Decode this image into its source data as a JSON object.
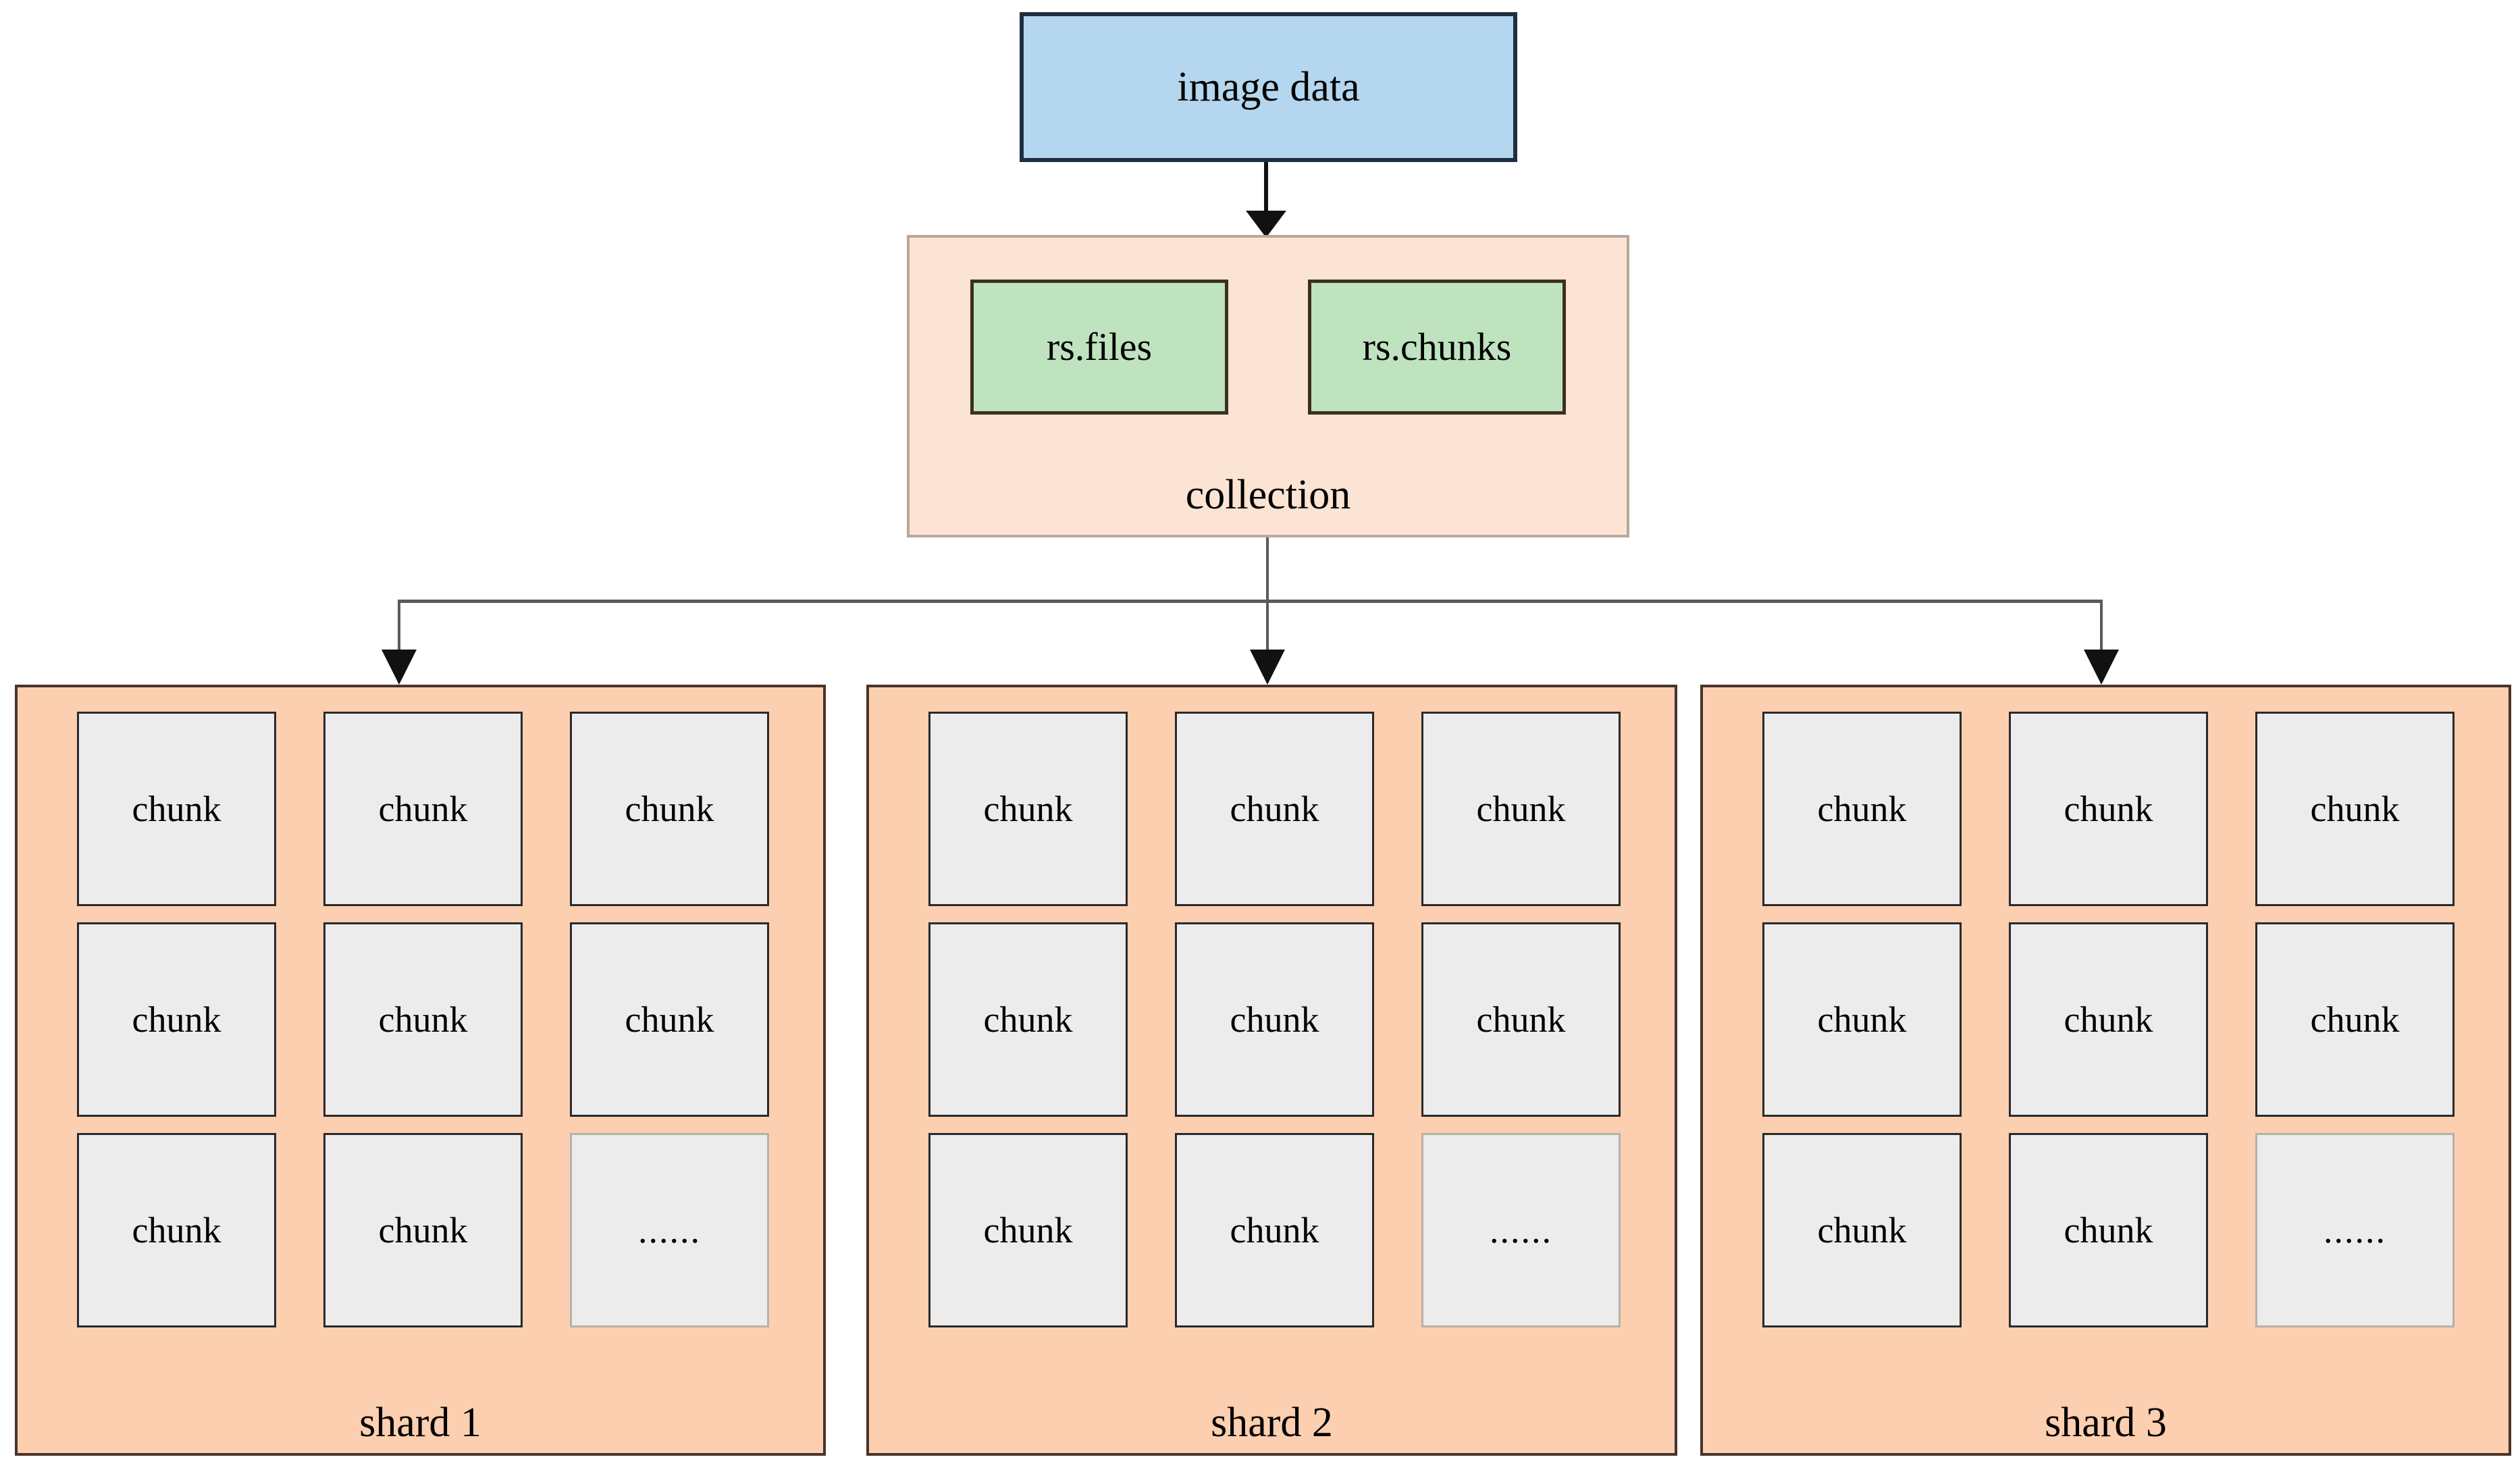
{
  "diagram": {
    "source": {
      "label": "image data",
      "fill": "#b4d6ee",
      "border": "#1f2f3f"
    },
    "collection": {
      "caption": "collection",
      "fill": "#fce4d4",
      "border": "#b9a79c",
      "sub_boxes": [
        {
          "label": "rs.files",
          "fill": "#bfe3bf",
          "border": "#3c2f22"
        },
        {
          "label": "rs.chunks",
          "fill": "#bfe3bf",
          "border": "#3c2f22"
        }
      ]
    },
    "shards": [
      {
        "caption": "shard 1",
        "fill": "#fbcfb0",
        "border": "#4a342a",
        "chunks": [
          {
            "label": "chunk",
            "faint": false
          },
          {
            "label": "chunk",
            "faint": false
          },
          {
            "label": "chunk",
            "faint": false
          },
          {
            "label": "chunk",
            "faint": false
          },
          {
            "label": "chunk",
            "faint": false
          },
          {
            "label": "chunk",
            "faint": false
          },
          {
            "label": "chunk",
            "faint": false
          },
          {
            "label": "chunk",
            "faint": false
          },
          {
            "label": "......",
            "faint": true
          }
        ]
      },
      {
        "caption": "shard 2",
        "fill": "#fbcfb0",
        "border": "#4a342a",
        "chunks": [
          {
            "label": "chunk",
            "faint": false
          },
          {
            "label": "chunk",
            "faint": false
          },
          {
            "label": "chunk",
            "faint": false
          },
          {
            "label": "chunk",
            "faint": false
          },
          {
            "label": "chunk",
            "faint": false
          },
          {
            "label": "chunk",
            "faint": false
          },
          {
            "label": "chunk",
            "faint": false
          },
          {
            "label": "chunk",
            "faint": false
          },
          {
            "label": "......",
            "faint": true
          }
        ]
      },
      {
        "caption": "shard 3",
        "fill": "#fbcfb0",
        "border": "#4a342a",
        "chunks": [
          {
            "label": "chunk",
            "faint": false
          },
          {
            "label": "chunk",
            "faint": false
          },
          {
            "label": "chunk",
            "faint": false
          },
          {
            "label": "chunk",
            "faint": false
          },
          {
            "label": "chunk",
            "faint": false
          },
          {
            "label": "chunk",
            "faint": false
          },
          {
            "label": "chunk",
            "faint": false
          },
          {
            "label": "chunk",
            "faint": false
          },
          {
            "label": "......",
            "faint": true
          }
        ]
      }
    ]
  }
}
